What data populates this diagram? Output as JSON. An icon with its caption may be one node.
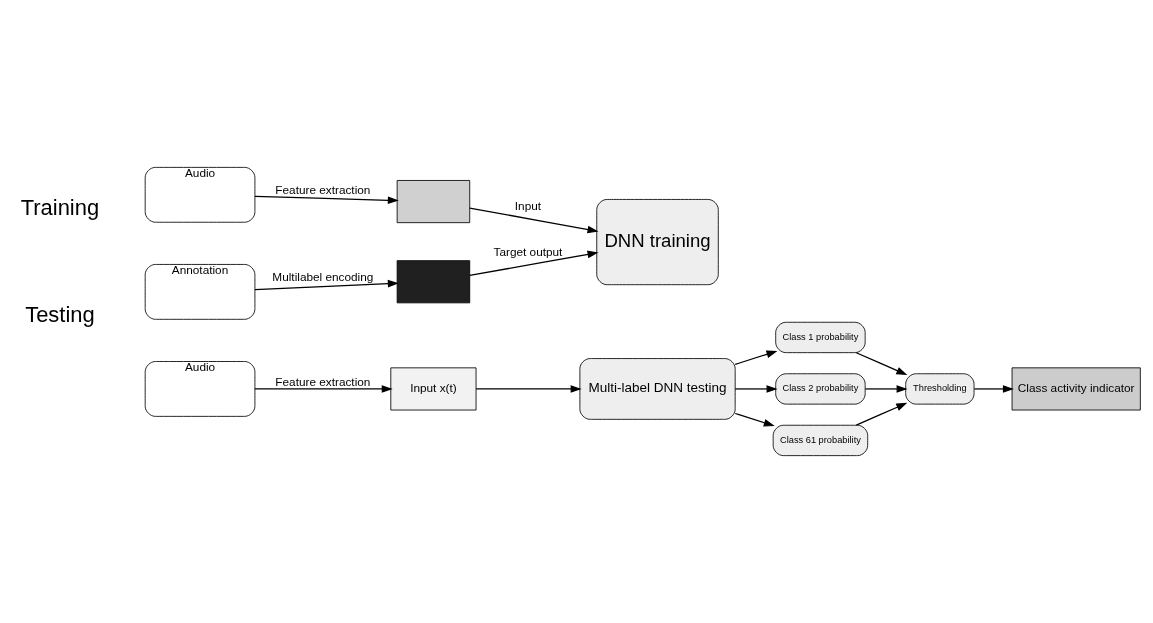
{
  "diagram": {
    "nodes": [
      {
        "text": [
          "Audio"
        ]
      },
      {
        "text": [],
        "shape": "box"
      },
      {
        "text": [
          "Annotation"
        ]
      },
      {
        "text": [],
        "shape": "box"
      },
      {
        "text": [
          "DNN training"
        ]
      },
      {
        "text": [
          "Audio"
        ]
      },
      {
        "text": [
          "Input x(t)"
        ]
      },
      {
        "text": [
          "Multi-label DNN testing"
        ]
      },
      {
        "text": [
          "Class 1 probability"
        ]
      },
      {
        "text": [
          "Class 2 probability"
        ]
      },
      {
        "text": [
          "Class 61 probability"
        ]
      },
      {
        "text": [
          "Thresholding"
        ]
      },
      {
        "text": [
          "Class activity indicator"
        ]
      }
    ],
    "edges": [
      {
        "from": 0,
        "to": 1,
        "arrow": "to",
        "label": "Feature extraction"
      },
      {
        "from": 2,
        "to": 3,
        "arrow": "to",
        "label": "Multilabel encoding"
      },
      {
        "from": 1,
        "to": 4,
        "arrow": "to",
        "label": "Input"
      },
      {
        "from": 3,
        "to": 4,
        "arrow": "to",
        "label": "Target output"
      },
      {
        "from": 5,
        "to": 6,
        "arrow": "to",
        "label": "Feature extraction"
      },
      {
        "from": 6,
        "to": 7,
        "arrow": "to"
      },
      {
        "from": 7,
        "to": 8,
        "arrow": "to"
      },
      {
        "from": 7,
        "to": 9,
        "arrow": "to"
      },
      {
        "from": 7,
        "to": 10,
        "arrow": "to"
      },
      {
        "from": 8,
        "to": 11,
        "arrow": "to"
      },
      {
        "from": 9,
        "to": 11,
        "arrow": "to"
      },
      {
        "from": 10,
        "to": 11,
        "arrow": "to"
      },
      {
        "from": 11,
        "to": 12,
        "arrow": "to"
      }
    ],
    "labels": [
      "Training",
      "Testing"
    ]
  }
}
